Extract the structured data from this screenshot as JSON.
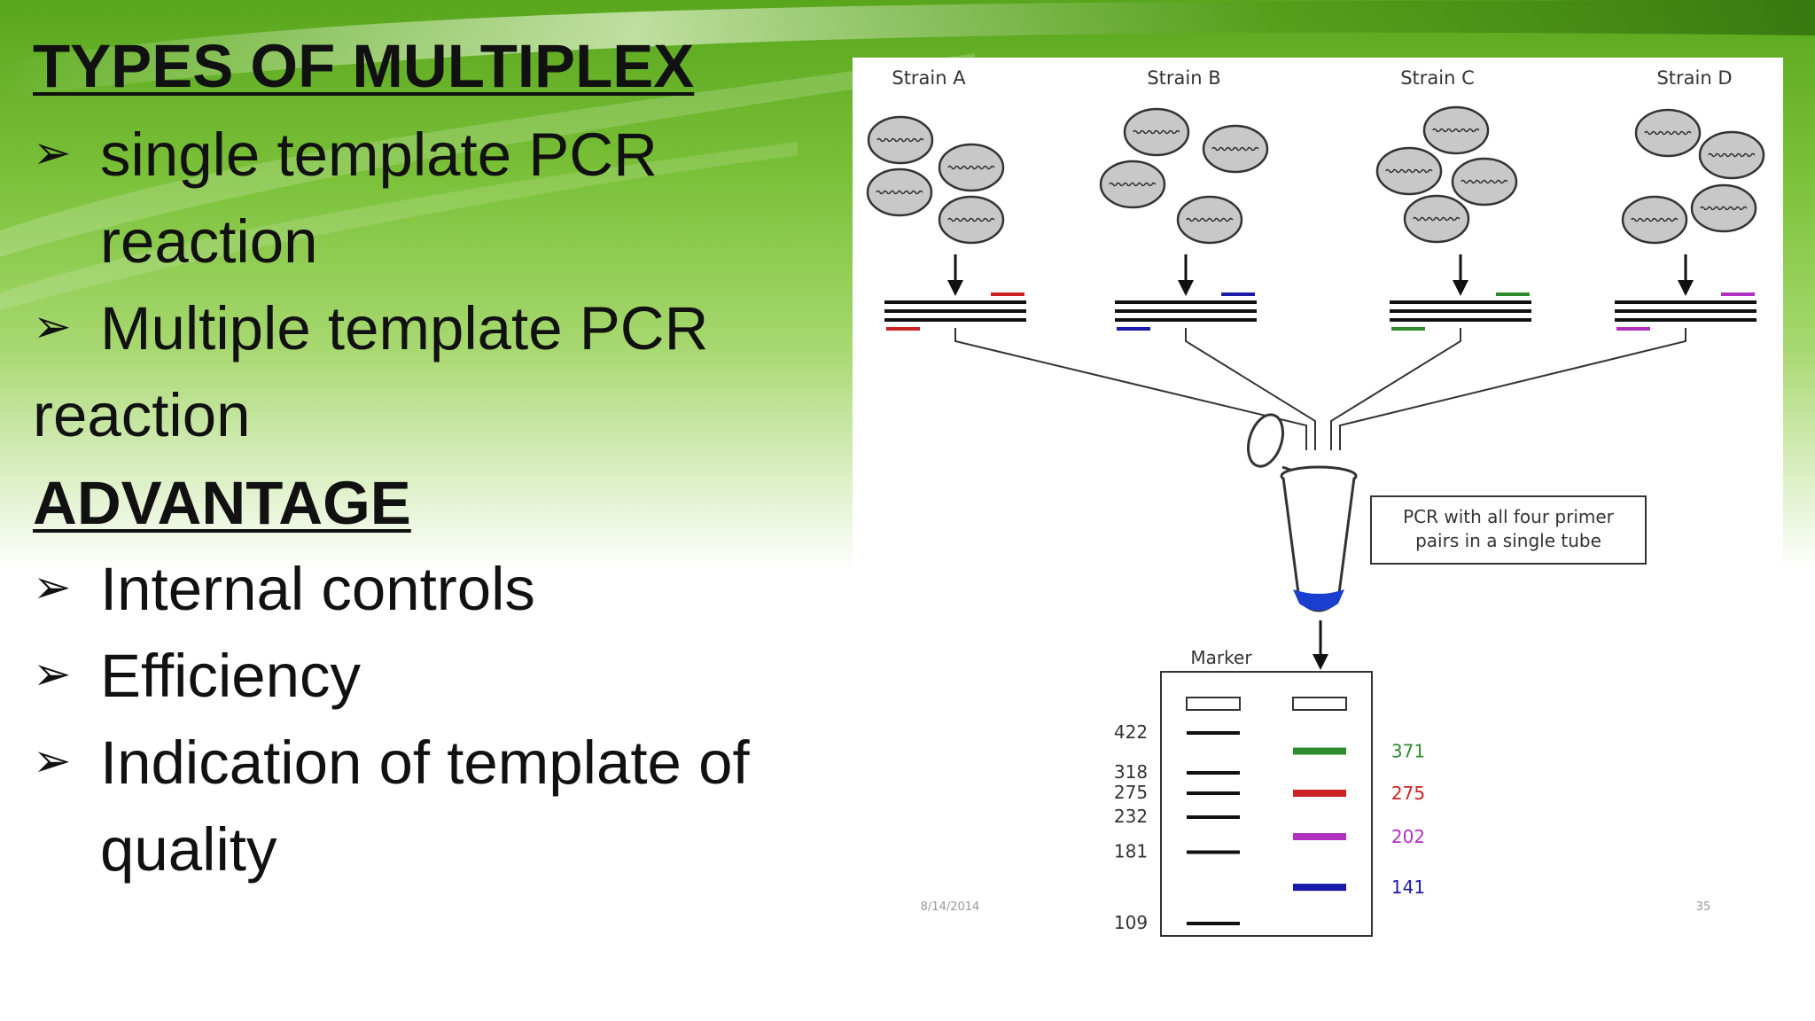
{
  "slide": {
    "heading_types": "TYPES OF MULTIPLEX",
    "types": [
      {
        "text": "single template PCR",
        "continuation": "reaction"
      },
      {
        "text": "Multiple template PCR",
        "continuation": "reaction"
      }
    ],
    "heading_advantage": "ADVANTAGE",
    "advantages": [
      {
        "text": "Internal controls"
      },
      {
        "text": "Efficiency"
      },
      {
        "text": "Indication of template of",
        "continuation": "quality"
      }
    ]
  },
  "diagram": {
    "strains": [
      "Strain A",
      "Strain B",
      "Strain C",
      "Strain D"
    ],
    "primer_colors": [
      "#cc2222",
      "#1a1aa8",
      "#2e8b2e",
      "#b030c0"
    ],
    "tube_label_line1": "PCR with all four primer",
    "tube_label_line2": "pairs in a single tube",
    "marker_label": "Marker",
    "marker_sizes": [
      "422",
      "318",
      "275",
      "232",
      "181",
      "109"
    ],
    "sample_bands": [
      {
        "size": "371",
        "color": "#2e8b2e"
      },
      {
        "size": "275",
        "color": "#cc2222"
      },
      {
        "size": "202",
        "color": "#b030c0"
      },
      {
        "size": "141",
        "color": "#1a1aa8"
      }
    ],
    "footer_date": "8/14/2014",
    "footer_page": "35"
  }
}
